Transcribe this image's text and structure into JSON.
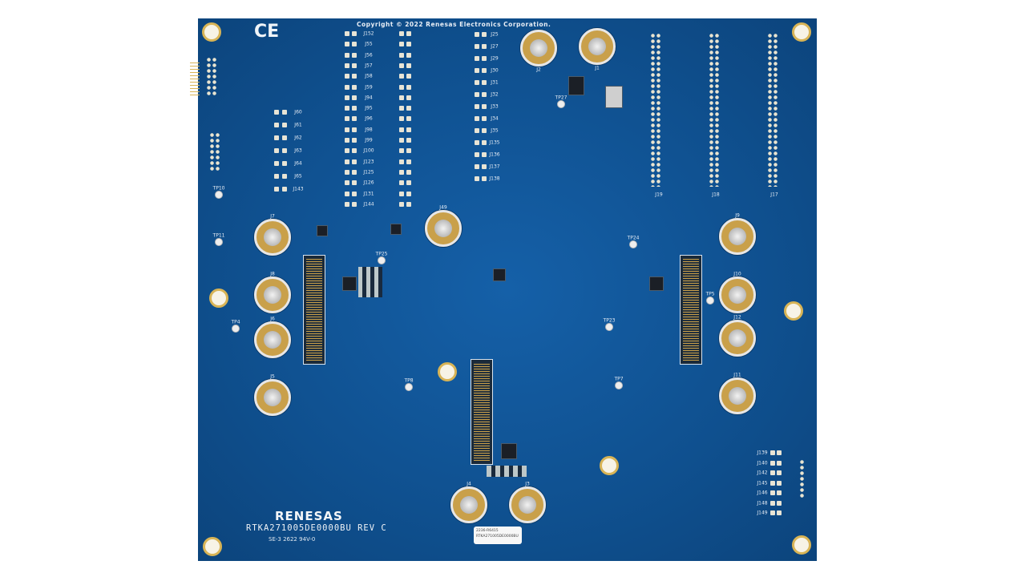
{
  "board": {
    "copyright": "Copyright © 2022 Renesas Electronics Corporation.",
    "ce_mark": "CE",
    "brand_logo": "RENESAS",
    "part_number": "RTKA271005DE0000BU  REV C",
    "date_code": "SE-3 2622 94V-0",
    "sticker": {
      "line1": "2236-R6415",
      "line2": "RTKA271005DE0000BU"
    },
    "sma_connectors": [
      "J1",
      "J2",
      "J3",
      "J4",
      "J5",
      "J6",
      "J7",
      "J8",
      "J9",
      "J10",
      "J11",
      "J12",
      "J49"
    ],
    "headers": [
      "J19",
      "J18",
      "J17"
    ],
    "test_points": [
      "TP4",
      "TP5",
      "TP7",
      "TP8",
      "TP10",
      "TP11",
      "TP23",
      "TP24",
      "TP25",
      "TP27"
    ],
    "jumper_labels_left": [
      "J60",
      "J61",
      "J62",
      "J63",
      "J64",
      "J65",
      "J143"
    ],
    "jumper_labels_mid": [
      "J152",
      "J55",
      "J56",
      "J57",
      "J58",
      "J59",
      "J94",
      "J95",
      "J96",
      "J98",
      "J99",
      "J100",
      "J123",
      "J125",
      "J126",
      "J131",
      "J144"
    ],
    "jumper_labels_right": [
      "J25",
      "J27",
      "J29",
      "J30",
      "J31",
      "J32",
      "J33",
      "J34",
      "J35",
      "J135",
      "J136",
      "J137",
      "J138"
    ],
    "jumper_labels_bottom_right": [
      "J139",
      "J140",
      "J142",
      "J145",
      "J146",
      "J148",
      "J149"
    ]
  }
}
